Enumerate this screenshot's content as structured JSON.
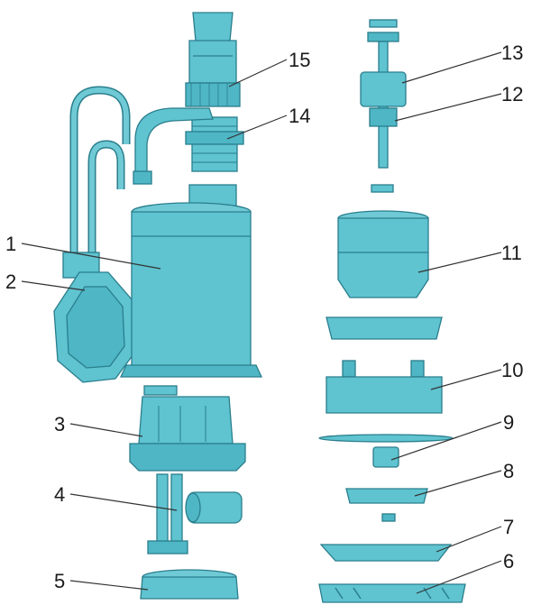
{
  "colors": {
    "part_fill": "#5fc3d0",
    "part_light": "#8ed8e2",
    "part_dark": "#3a9fb0",
    "outline": "#2a7e8c",
    "leader": "#333333",
    "background": "#ffffff"
  },
  "callouts": [
    {
      "id": "1",
      "label": "1"
    },
    {
      "id": "2",
      "label": "2"
    },
    {
      "id": "3",
      "label": "3"
    },
    {
      "id": "4",
      "label": "4"
    },
    {
      "id": "5",
      "label": "5"
    },
    {
      "id": "6",
      "label": "6"
    },
    {
      "id": "7",
      "label": "7"
    },
    {
      "id": "8",
      "label": "8"
    },
    {
      "id": "9",
      "label": "9"
    },
    {
      "id": "10",
      "label": "10"
    },
    {
      "id": "11",
      "label": "11"
    },
    {
      "id": "12",
      "label": "12"
    },
    {
      "id": "13",
      "label": "13"
    },
    {
      "id": "14",
      "label": "14"
    },
    {
      "id": "15",
      "label": "15"
    }
  ]
}
